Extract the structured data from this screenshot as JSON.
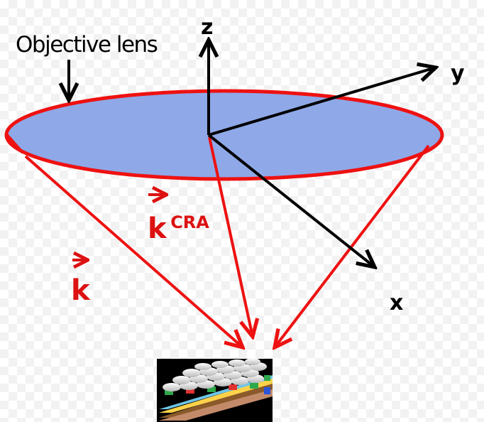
{
  "labels": {
    "lens": "Objective lens",
    "axis_x": "x",
    "axis_y": "y",
    "axis_z": "z",
    "k_main": "k",
    "k_cra_base": "k",
    "k_cra_sup": "CRA"
  },
  "colors": {
    "lens_fill": "#8fa8e8",
    "lens_edge": "#ee1111",
    "ray": "#ee1111",
    "axis": "#000000",
    "k_text": "#dd1111"
  },
  "icons": {
    "sensor": "image-sensor-microlens-array-icon"
  }
}
